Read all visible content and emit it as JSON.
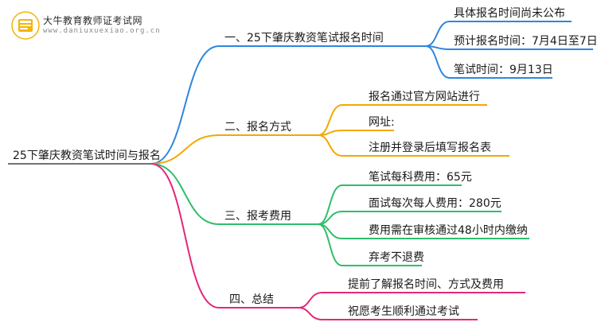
{
  "brand": {
    "name": "大牛教育教师证考试网",
    "url": "www.daniuxuexiao.org.cn"
  },
  "colors": {
    "blue": "#2e86de",
    "orange": "#f2a900",
    "green": "#2ebf6a",
    "magenta": "#e4277a",
    "root_line": "#444444"
  },
  "mindmap": {
    "root": "25下肇庆教资笔试时间与报名",
    "branches": [
      {
        "title": "一、25下肇庆教资笔试报名时间",
        "color": "blue",
        "items": [
          "具体报名时间尚未公布",
          "预计报名时间：7月4日至7日",
          "笔试时间：9月13日"
        ]
      },
      {
        "title": "二、报名方式",
        "color": "orange",
        "items": [
          "报名通过官方网站进行",
          "网址:",
          "注册并登录后填写报名表"
        ]
      },
      {
        "title": "三、报考费用",
        "color": "green",
        "items": [
          "笔试每科费用：65元",
          "面试每次每人费用：280元",
          "费用需在审核通过48小时内缴纳",
          "弃考不退费"
        ]
      },
      {
        "title": "四、总结",
        "color": "magenta",
        "items": [
          "提前了解报名时间、方式及费用",
          "祝愿考生顺利通过考试"
        ]
      }
    ]
  }
}
